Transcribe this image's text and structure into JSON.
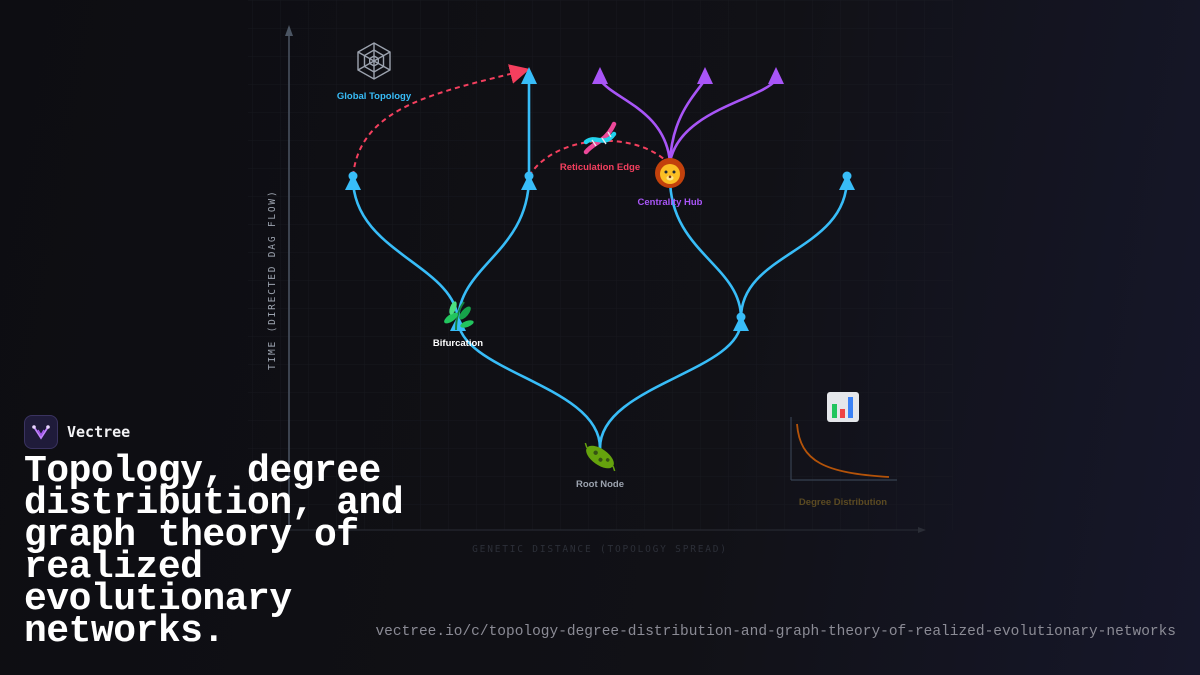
{
  "brand": {
    "name": "Vectree"
  },
  "headline": "Topology, degree distribution, and graph theory of realized evolutionary networks.",
  "url": "vectree.io/c/topology-degree-distribution-and-graph-theory-of-realized-evolutionary-networks",
  "diagram": {
    "y_axis_label": "TIME (DIRECTED DAG FLOW)",
    "x_axis_label": "GENETIC DISTANCE (TOPOLOGY SPREAD)",
    "nodes": {
      "global_topology": {
        "label": "Global Topology",
        "icon": "spider-web-icon"
      },
      "reticulation_edge": {
        "label": "Reticulation Edge",
        "icon": "dna-icon"
      },
      "centrality_hub": {
        "label": "Centrality Hub",
        "icon": "lion-icon"
      },
      "bifurcation": {
        "label": "Bifurcation",
        "icon": "herb-icon"
      },
      "root_node": {
        "label": "Root Node",
        "icon": "microbe-icon"
      },
      "degree_distribution": {
        "label": "Degree Distribution",
        "icon": "bar-chart-icon"
      }
    },
    "colors": {
      "lineage": "#38bdf8",
      "hub": "#a855f7",
      "reticulation": "#f43f5e",
      "global_label": "#38bdf8",
      "reticulation_label": "#f43f5e",
      "hub_label": "#a855f7",
      "bifurcation_label": "#ffffff",
      "root_label": "#9ca3af",
      "degree_curve": "#b45309"
    }
  }
}
